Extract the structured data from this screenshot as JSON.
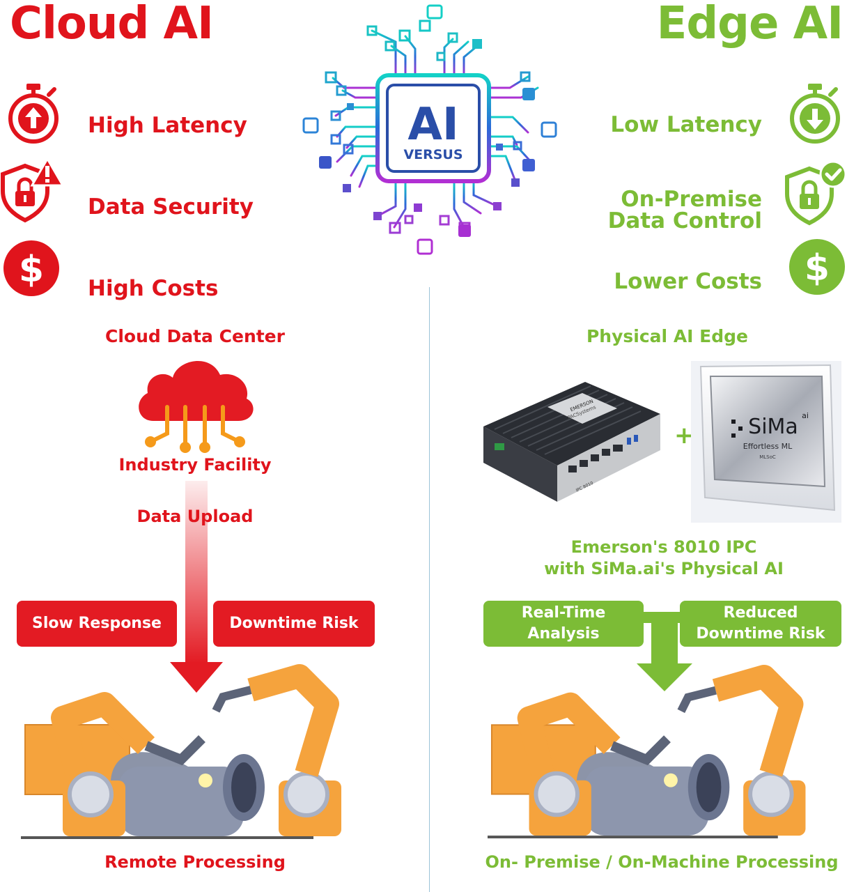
{
  "cloud": {
    "title": "Cloud AI",
    "features": [
      "High Latency",
      "Data Security",
      "High Costs"
    ],
    "data_center_label": "Cloud Data Center",
    "facility_label": "Industry Facility",
    "upload_label": "Data Upload",
    "box_left": "Slow Response",
    "box_right": "Downtime Risk",
    "processing_label": "Remote Processing"
  },
  "edge": {
    "title": "Edge AI",
    "feature_1": "Low Latency",
    "feature_2_line1": "On-Premise",
    "feature_2_line2": "Data Control",
    "feature_3": "Lower Costs",
    "edge_label": "Physical AI Edge",
    "device_caption_line1": "Emerson's 8010 IPC",
    "device_caption_line2": "with SiMa.ai's Physical AI",
    "box_left_line1": "Real-Time",
    "box_left_line2": "Analysis",
    "box_right_line1": "Reduced",
    "box_right_line2": "Downtime Risk",
    "processing_label": "On- Premise / On-Machine Processing",
    "plus": "+"
  },
  "chip": {
    "big": "AI",
    "small": "VERSUS"
  },
  "device": {
    "brand": "EMERSON",
    "model": "PACSystems",
    "sub": "IPC 8010"
  },
  "sima": {
    "logo": "SiMa",
    "logo_sup": "ai",
    "tagline": "Effortless ML",
    "sub": "MLSoC"
  },
  "colors": {
    "red": "#e0141c",
    "green": "#7cbc36",
    "divider": "#9cc3d8"
  },
  "icons": [
    "stopwatch-up-icon",
    "shield-lock-alert-icon",
    "dollar-icon",
    "stopwatch-down-icon",
    "shield-lock-check-icon",
    "dollar-icon",
    "cloud-circuit-icon",
    "chip-icon",
    "robot-arm-icon"
  ]
}
